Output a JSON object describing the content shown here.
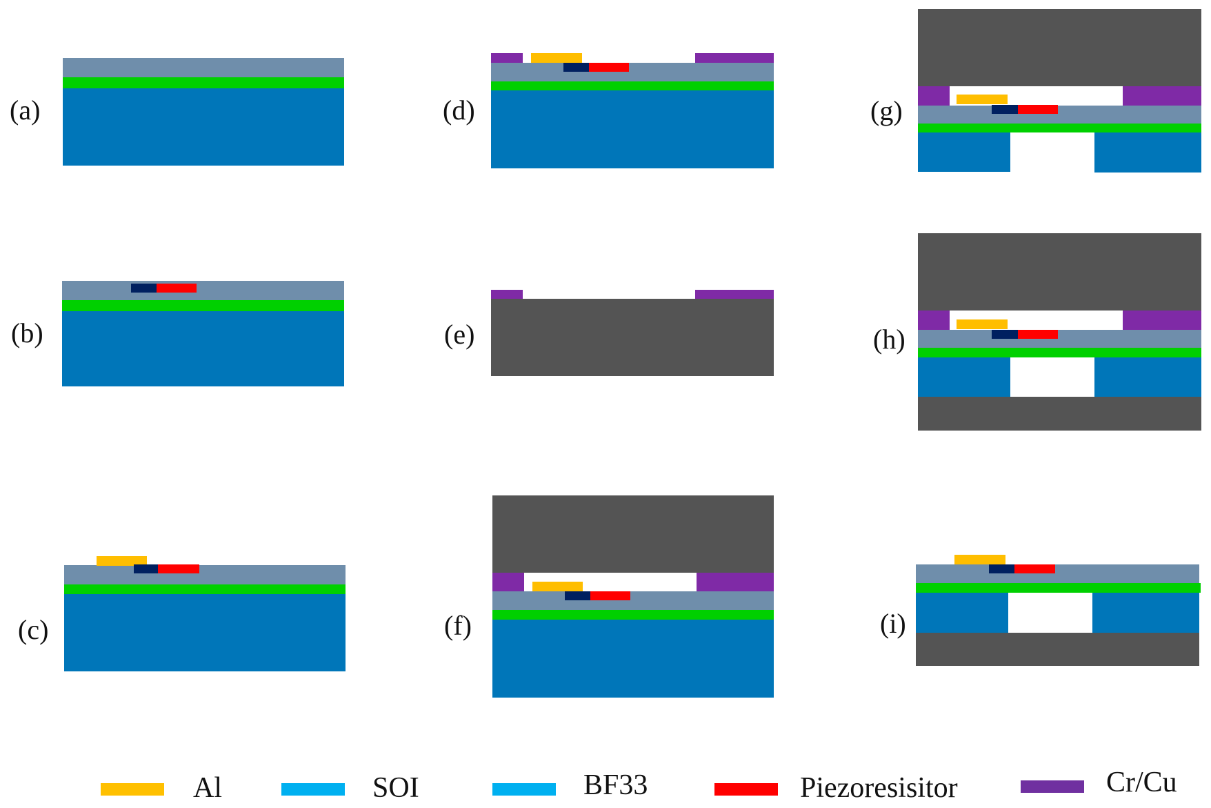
{
  "colors": {
    "soi_device": "#6f8eab",
    "box_oxide": "#00d000",
    "substrate": "#0076b9",
    "glass": "#545454",
    "al": "#ffbe00",
    "piezo": "#ff0000",
    "contact": "#002060",
    "crcu": "#7f2aa6",
    "legend_soi": "#00b0f0",
    "legend_bf33": "#00b0f0",
    "legend_al": "#ffc000",
    "legend_piezo": "#ff0000",
    "legend_crcu": "#7030a0"
  },
  "steps": [
    {
      "id": "a",
      "label": "(a)"
    },
    {
      "id": "b",
      "label": "(b)"
    },
    {
      "id": "c",
      "label": "(c)"
    },
    {
      "id": "d",
      "label": "(d)"
    },
    {
      "id": "e",
      "label": "(e)"
    },
    {
      "id": "f",
      "label": "(f)"
    },
    {
      "id": "g",
      "label": "(g)"
    },
    {
      "id": "h",
      "label": "(h)"
    },
    {
      "id": "i",
      "label": "(i)"
    }
  ],
  "legend": [
    {
      "label": "Al",
      "color_key": "legend_al"
    },
    {
      "label": "SOI",
      "color_key": "legend_soi"
    },
    {
      "label": "BF33",
      "color_key": "legend_bf33"
    },
    {
      "label": "Piezoresisitor",
      "color_key": "legend_piezo"
    },
    {
      "label": "Cr/Cu",
      "color_key": "legend_crcu"
    }
  ]
}
